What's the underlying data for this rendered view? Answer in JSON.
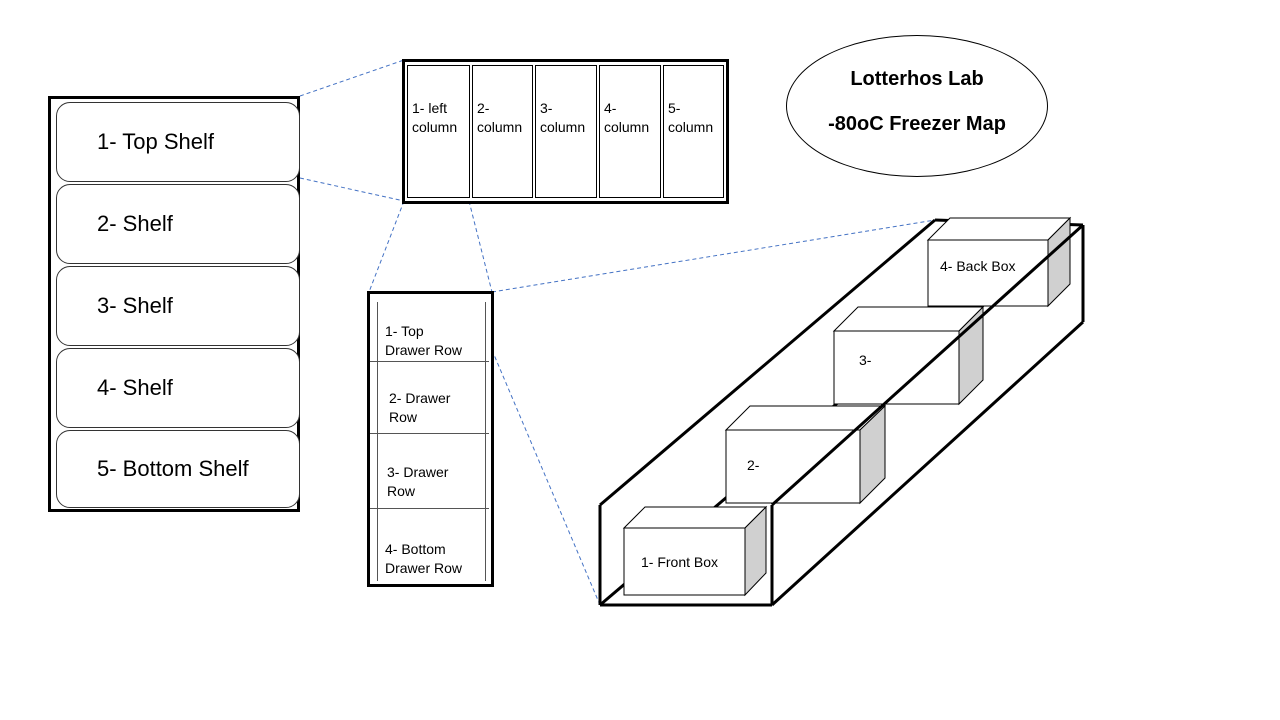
{
  "title": {
    "line1": "Lotterhos Lab",
    "line2": "-80oC Freezer Map"
  },
  "shelves": [
    {
      "label": "1- Top Shelf"
    },
    {
      "label": "2- Shelf"
    },
    {
      "label": "3- Shelf"
    },
    {
      "label": "4- Shelf"
    },
    {
      "label": "5- Bottom Shelf"
    }
  ],
  "columns": [
    {
      "line1": "1- left",
      "line2": "column"
    },
    {
      "line1": "2-",
      "line2": "column"
    },
    {
      "line1": "3-",
      "line2": "column"
    },
    {
      "line1": "4-",
      "line2": "column"
    },
    {
      "line1": "5-",
      "line2": "column"
    }
  ],
  "drawer_rows": [
    {
      "line1": "1- Top",
      "line2": "Drawer Row"
    },
    {
      "line1": "2- Drawer",
      "line2": "Row"
    },
    {
      "line1": "3- Drawer",
      "line2": "Row"
    },
    {
      "line1": "4- Bottom",
      "line2": "Drawer Row"
    }
  ],
  "boxes": [
    {
      "label": "1- Front Box"
    },
    {
      "label": "2-"
    },
    {
      "label": "3-"
    },
    {
      "label": "4- Back Box"
    }
  ],
  "colors": {
    "connector": "#4472c4",
    "box_side": "#d0d0d0"
  }
}
